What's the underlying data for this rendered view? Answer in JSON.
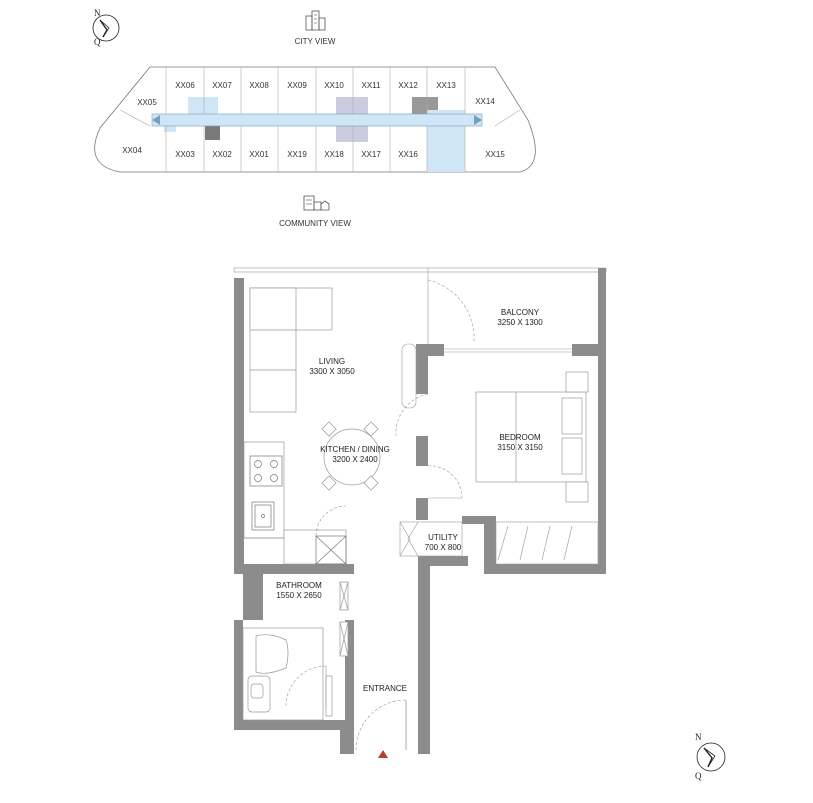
{
  "compass": {
    "north": "N",
    "q": "Q"
  },
  "views": {
    "top": "CITY VIEW",
    "bottom": "COMMUNITY VIEW"
  },
  "keyplan": {
    "top_row": [
      "XX06",
      "XX07",
      "XX08",
      "XX09",
      "XX10",
      "XX11",
      "XX12",
      "XX13"
    ],
    "bottom_row": [
      "XX03",
      "XX02",
      "XX01",
      "XX19",
      "XX18",
      "XX17",
      "XX16"
    ],
    "left_top": "XX05",
    "left_bottom": "XX04",
    "right_top": "XX14",
    "right_bottom": "XX15"
  },
  "rooms": {
    "balcony": {
      "name": "BALCONY",
      "size": "3250 X 1300"
    },
    "living": {
      "name": "LIVING",
      "size": "3300 X 3050"
    },
    "kitchen": {
      "name": "KITCHEN / DINING",
      "size": "3200 X 2400"
    },
    "bedroom": {
      "name": "BEDROOM",
      "size": "3150 X 3150"
    },
    "utility": {
      "name": "UTILITY",
      "size": "700 X 800"
    },
    "bathroom": {
      "name": "BATHROOM",
      "size": "1550 X 2650"
    },
    "entrance": {
      "name": "ENTRANCE"
    }
  },
  "colors": {
    "wall": "#8c8c8c",
    "highlight": "#cfe6f6",
    "highlight_alt": "#cccce0",
    "dark_unit": "#7a7a7a"
  }
}
